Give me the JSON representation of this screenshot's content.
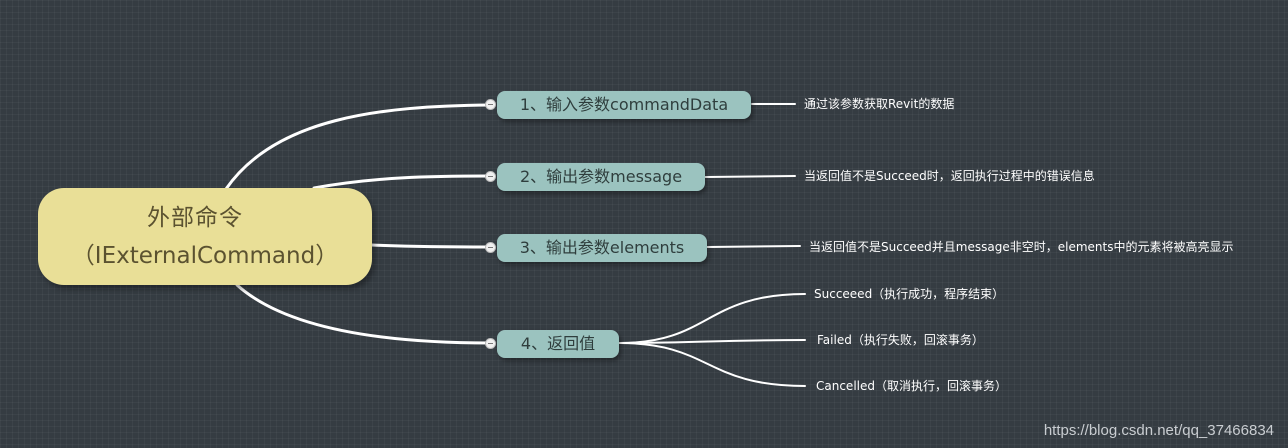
{
  "root": {
    "line1": "外部命令",
    "line2": "（IExternalCommand）"
  },
  "branches": [
    {
      "label": "1、输入参数commandData",
      "notes": [
        "通过该参数获取Revit的数据"
      ]
    },
    {
      "label": "2、输出参数message",
      "notes": [
        "当返回值不是Succeed时，返回执行过程中的错误信息"
      ]
    },
    {
      "label": "3、输出参数elements",
      "notes": [
        "当返回值不是Succeed并且message非空时，elements中的元素将被高亮显示"
      ]
    },
    {
      "label": "4、返回值",
      "notes": [
        "Succeeed（执行成功，程序结束）",
        "Failed（执行失败，回滚事务）",
        "Cancelled（取消执行，回滚事务）"
      ]
    }
  ],
  "watermark": "https://blog.csdn.net/qq_37466834",
  "colors": {
    "background": "#353c42",
    "root_fill": "#e9df97",
    "branch_fill": "#9bc3bf",
    "connector": "#ffffff"
  }
}
